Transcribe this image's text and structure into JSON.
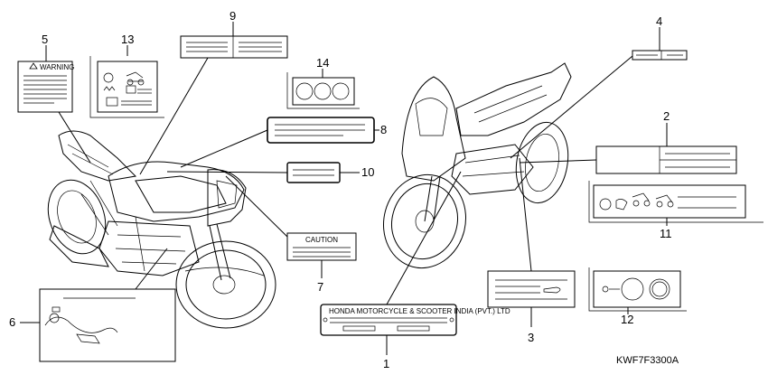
{
  "callouts": {
    "n1": "1",
    "n2": "2",
    "n3": "3",
    "n4": "4",
    "n5": "5",
    "n6": "6",
    "n7": "7",
    "n8": "8",
    "n9": "9",
    "n10": "10",
    "n11": "11",
    "n12": "12",
    "n13": "13",
    "n14": "14"
  },
  "labels": {
    "warning": "WARNING",
    "caution": "CAUTION",
    "plate": "HONDA MOTORCYCLE & SCOOTER INDIA (PVT.) LTD"
  },
  "diagram_code": "KWF7F3300A"
}
